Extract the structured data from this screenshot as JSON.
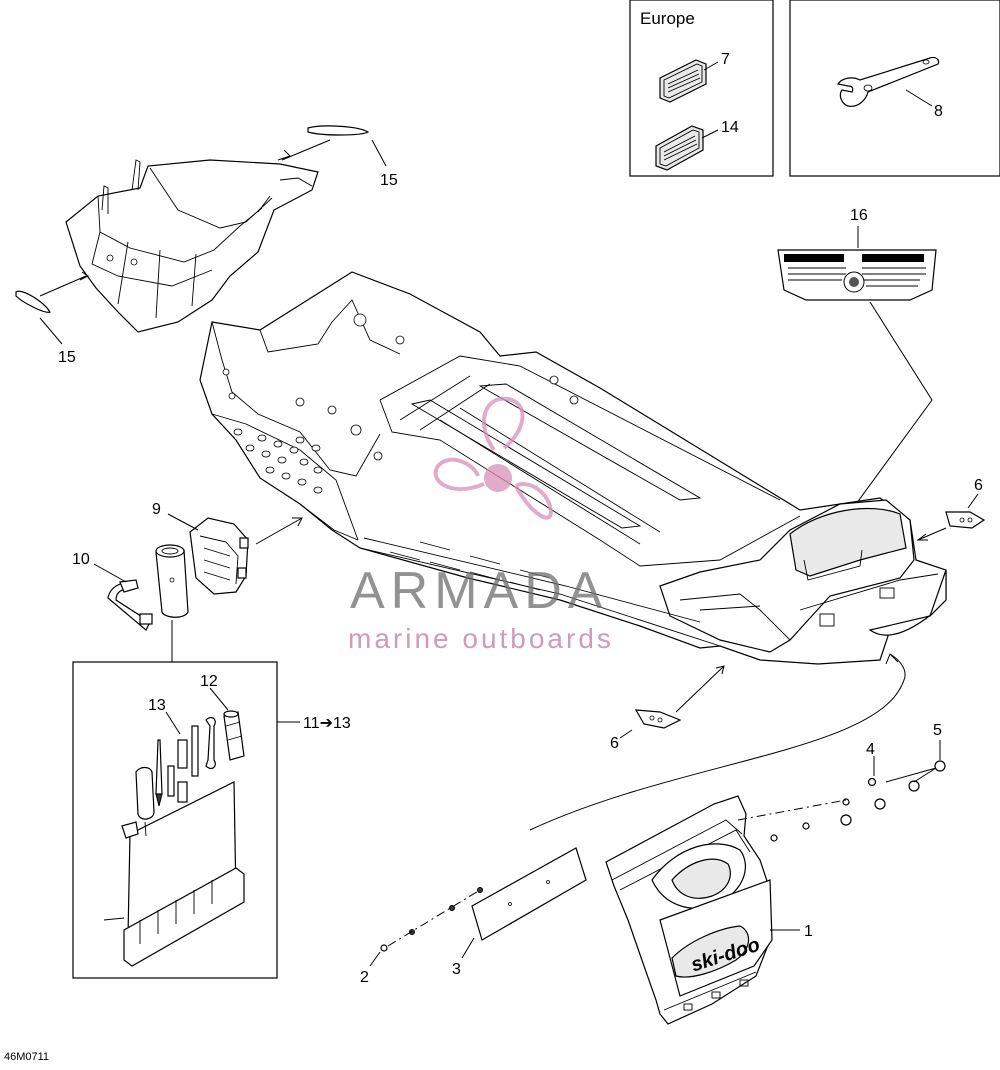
{
  "diagram_code": "46M0711",
  "europe_box": {
    "title": "Europe"
  },
  "callouts": {
    "c1": "1",
    "c2": "2",
    "c3": "3",
    "c4": "4",
    "c5": "5",
    "c6a": "6",
    "c6b": "6",
    "c7": "7",
    "c8": "8",
    "c9": "9",
    "c10": "10",
    "c11_13": "11➔13",
    "c12": "12",
    "c13": "13",
    "c14": "14",
    "c15a": "15",
    "c15b": "15",
    "c16": "16"
  },
  "mudflap": {
    "logo_text": "ski-doo"
  },
  "watermark": {
    "brand": "ARMADA",
    "subtitle": "marine outboards"
  },
  "colors": {
    "line": "#000000",
    "watermark_pink": "#d990b8",
    "watermark_grey": "#6e6e6e"
  }
}
